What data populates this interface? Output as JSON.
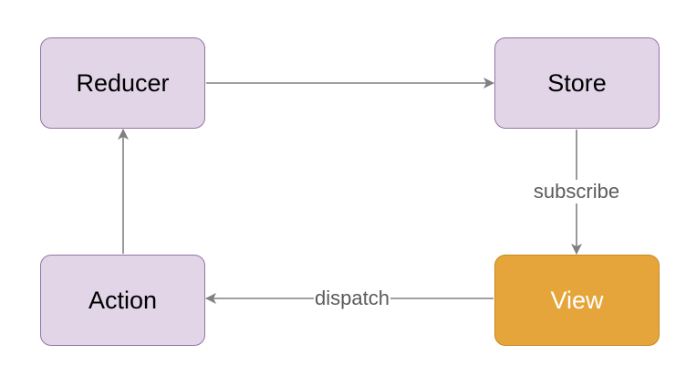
{
  "nodes": {
    "reducer": "Reducer",
    "store": "Store",
    "action": "Action",
    "view": "View"
  },
  "edges": {
    "subscribe": "subscribe",
    "dispatch": "dispatch"
  },
  "colors": {
    "node_fill": "#e1d5e7",
    "node_border": "#9673a6",
    "view_fill": "#e5a53a",
    "view_border": "#c7891f",
    "edge": "#808080",
    "label": "#5b5b5b"
  }
}
